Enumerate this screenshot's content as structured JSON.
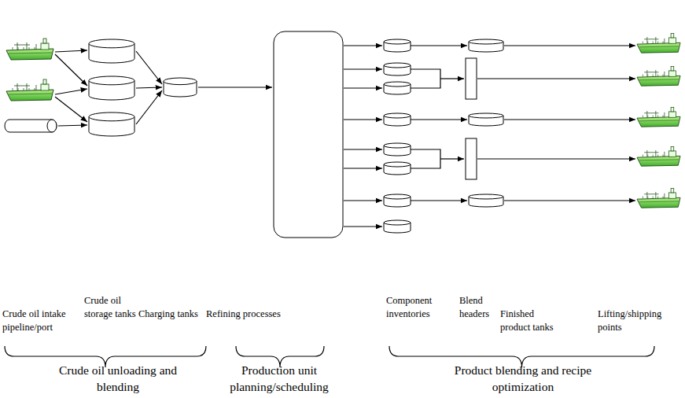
{
  "diagram": {
    "labels": [
      "Crude oil intake pipeline/port",
      "Crude oil storage tanks",
      "Charging tanks",
      "Refining processes",
      "Component inventories",
      "Blend headers",
      "Finished product tanks",
      "Lifting/shipping points",
      "Crude oil unloading and blending",
      "Production unit planning/scheduling",
      "Product blending and recipe optimization"
    ]
  }
}
